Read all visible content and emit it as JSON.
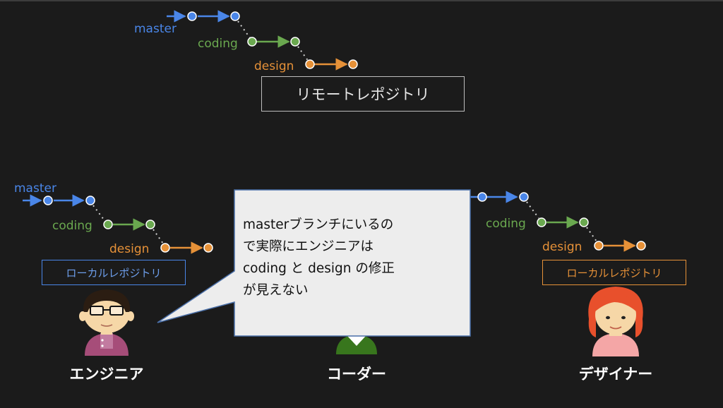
{
  "remote": {
    "labels": {
      "master": "master",
      "coding": "coding",
      "design": "design"
    },
    "repo_label": "リモートレポジトリ"
  },
  "local_engineer": {
    "labels": {
      "master": "master",
      "coding": "coding",
      "design": "design"
    },
    "repo_label": "ローカルレポジトリ"
  },
  "local_designer": {
    "labels": {
      "coding": "coding",
      "design": "design"
    },
    "repo_label": "ローカルレポジトリ"
  },
  "roles": {
    "engineer": "エンジニア",
    "coder": "コーダー",
    "designer": "デザイナー"
  },
  "bubble": {
    "lines": [
      "masterブランチにいるの",
      "で実際にエンジニアは",
      "coding と design の修正",
      "が見えない"
    ]
  },
  "colors": {
    "master": "#4a86e8",
    "coding": "#6aa84f",
    "design": "#e69138",
    "bubble_fill": "#ededed",
    "bubble_border": "#4a6fa8"
  },
  "icons": {
    "engineer": "engineer-avatar-icon",
    "coder": "coder-avatar-icon",
    "designer": "designer-avatar-icon"
  }
}
